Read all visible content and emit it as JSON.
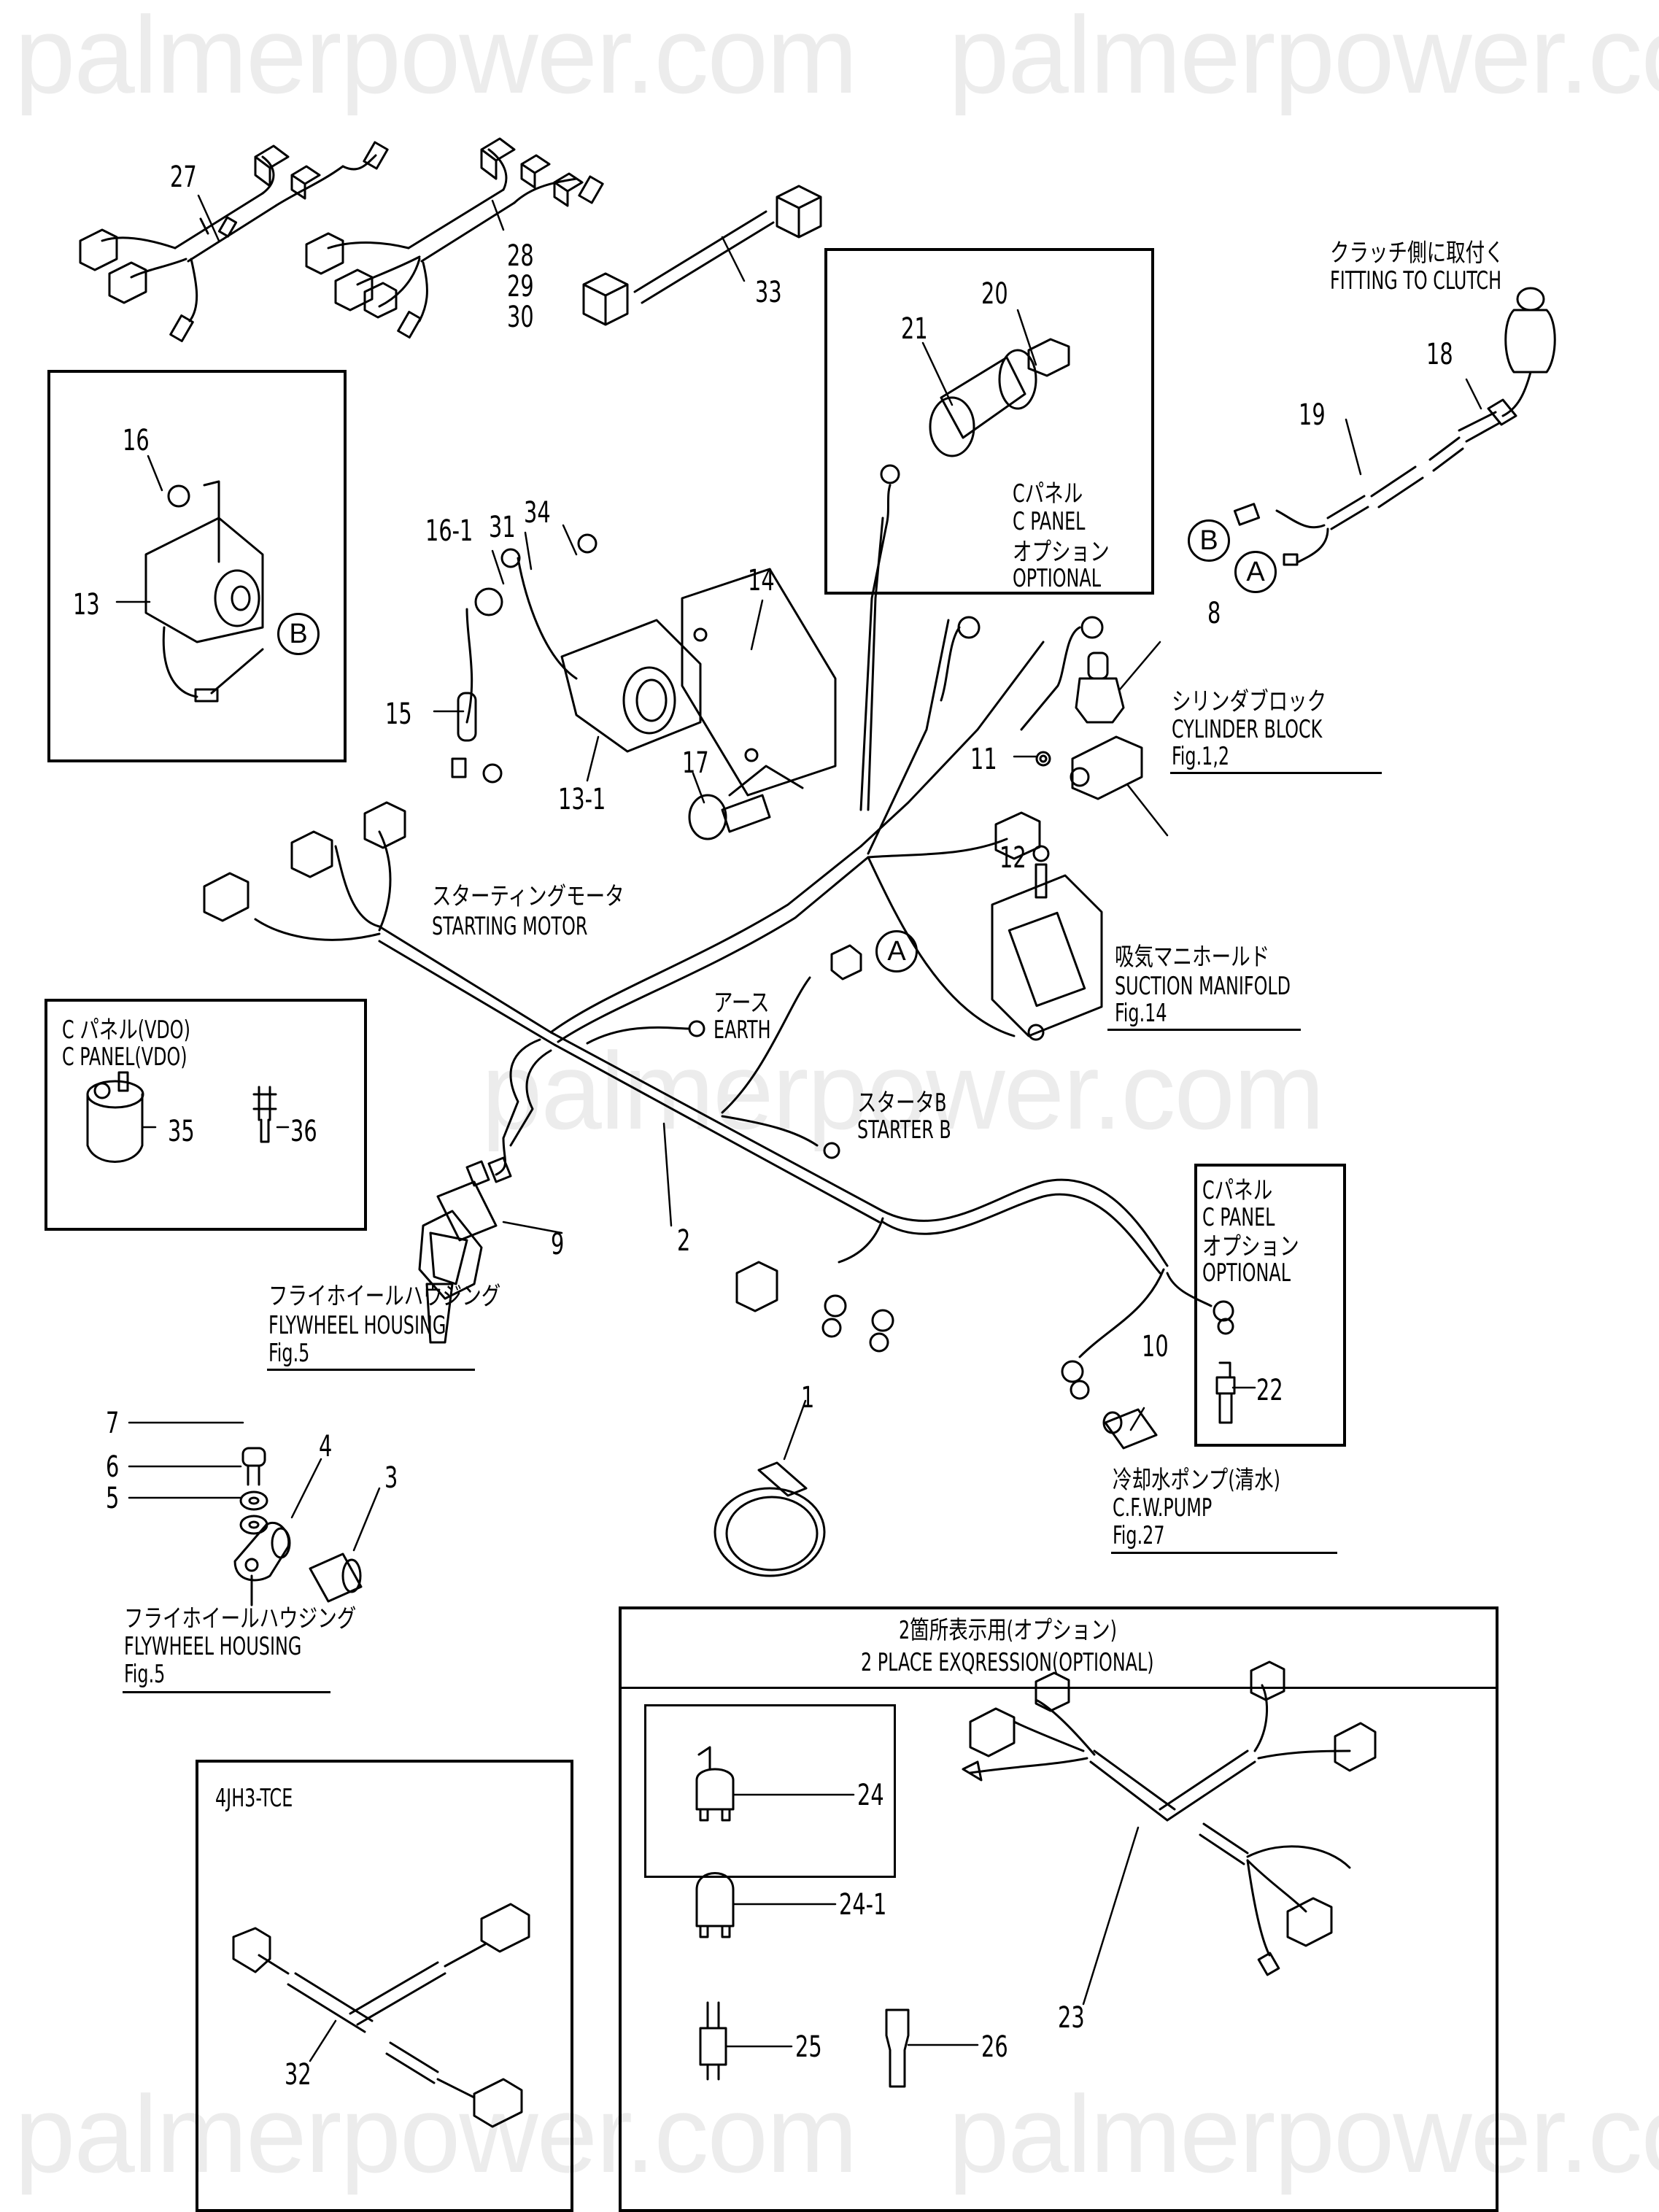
{
  "watermark": "palmerpower.com",
  "colors": {
    "line": "#000000",
    "background": "#ffffff",
    "watermark": "#ececec"
  },
  "callouts": {
    "n1": "1",
    "n2": "2",
    "n3": "3",
    "n4": "4",
    "n5": "5",
    "n6": "6",
    "n7": "7",
    "n8": "8",
    "n9": "9",
    "n10": "10",
    "n11": "11",
    "n12": "12",
    "n13": "13",
    "n13_1": "13-1",
    "n14": "14",
    "n15": "15",
    "n16": "16",
    "n16_1": "16-1",
    "n17": "17",
    "n18": "18",
    "n19": "19",
    "n20": "20",
    "n21": "21",
    "n22": "22",
    "n23": "23",
    "n24": "24",
    "n24_1": "24-1",
    "n25": "25",
    "n26": "26",
    "n27": "27",
    "n28": "28",
    "n29": "29",
    "n30": "30",
    "n31": "31",
    "n32": "32",
    "n33": "33",
    "n34": "34",
    "n35": "35",
    "n36": "36"
  },
  "connectors": {
    "a": "A",
    "b": "B"
  },
  "annotations": {
    "fitting_clutch_jp": "クラッチ側に取付く",
    "fitting_clutch_en": "FITTING TO CLUTCH",
    "cpanel_top_jp": "Cパネル",
    "cpanel_top_en": "C PANEL",
    "cpanel_top_opt_jp": "オプション",
    "cpanel_top_opt_en": "OPTIONAL",
    "cylinder_block_jp": "シリンダブロック",
    "cylinder_block_en": "CYLINDER BLOCK",
    "cylinder_block_fig": "Fig.1,2",
    "starting_motor_jp": "スターティングモータ",
    "starting_motor_en": "STARTING MOTOR",
    "suction_manifold_jp": "吸気マニホールド",
    "suction_manifold_en": "SUCTION MANIFOLD",
    "suction_manifold_fig": "Fig.14",
    "earth_jp": "アース",
    "earth_en": "EARTH",
    "starter_b_jp": "スタータB",
    "starter_b_en": "STARTER B",
    "vdo_jp": "C パネル(VDO)",
    "vdo_en": "C PANEL(VDO)",
    "flywheel1_jp": "フライホイールハウジング",
    "flywheel1_en": "FLYWHEEL HOUSING",
    "flywheel1_fig": "Fig.5",
    "cpanel_right_jp": "Cパネル",
    "cpanel_right_en": "C PANEL",
    "cpanel_right_opt_jp": "オプション",
    "cpanel_right_opt_en": "OPTIONAL",
    "cfw_pump_jp": "冷却水ポンプ(清水)",
    "cfw_pump_en": "C.F.W.PUMP",
    "cfw_pump_fig": "Fig.27",
    "flywheel2_jp": "フライホイールハウジング",
    "flywheel2_en": "FLYWHEEL HOUSING",
    "flywheel2_fig": "Fig.5",
    "two_place_jp": "2箇所表示用(オプション)",
    "two_place_en": "2 PLACE EXQRESSION(OPTIONAL)",
    "model_4jh3": "4JH3-TCE"
  }
}
